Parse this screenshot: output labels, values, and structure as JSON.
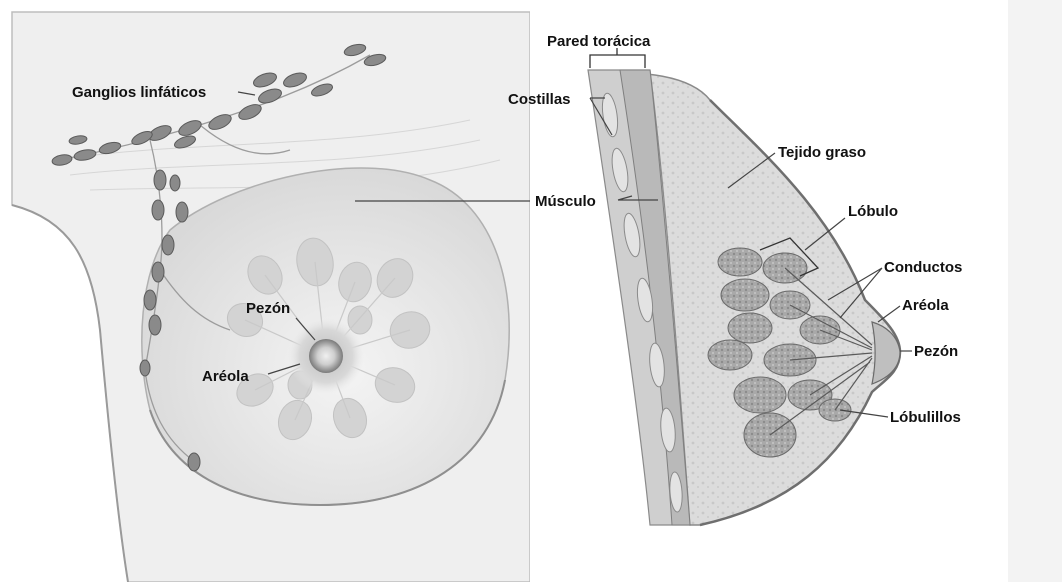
{
  "labels": {
    "ganglios": "Ganglios linfáticos",
    "pezon_left": "Pezón",
    "areola_left": "Aréola",
    "pared": "Pared torácica",
    "costillas": "Costillas",
    "musculo": "Músculo",
    "tejido": "Tejido graso",
    "lobulo": "Lóbulo",
    "conductos": "Conductos",
    "areola_right": "Aréola",
    "pezon_right": "Pezón",
    "lobulillos": "Lóbulillos"
  },
  "colors": {
    "background": "#ffffff",
    "skin": "#ececec",
    "tissue": "#dcdcdc",
    "node": "#8a8a8a",
    "text": "#111111"
  }
}
